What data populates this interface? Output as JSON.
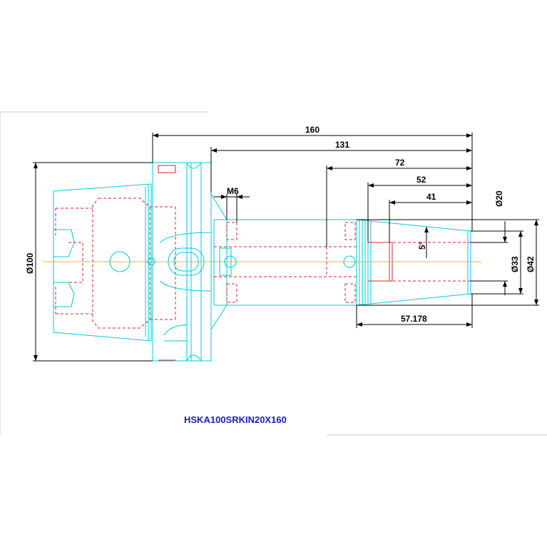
{
  "drawing": {
    "part_label": "HSKA100SRKIN20X160",
    "dimensions": {
      "overall_length": "160",
      "shank_length": "131",
      "dim_72": "72",
      "dim_52": "52",
      "dim_41": "41",
      "thread": "M6",
      "taper_angle": "5°",
      "tip_length": "57.178",
      "dia_flange": "Ø100",
      "dia_bore": "Ø20",
      "dia_33": "Ø33",
      "dia_42": "Ø42"
    },
    "colors": {
      "outline": "#00c8e0",
      "hidden": "#e02020",
      "dimension": "#000000",
      "centerline": "#e0c000",
      "label": "#1a1acc"
    }
  }
}
